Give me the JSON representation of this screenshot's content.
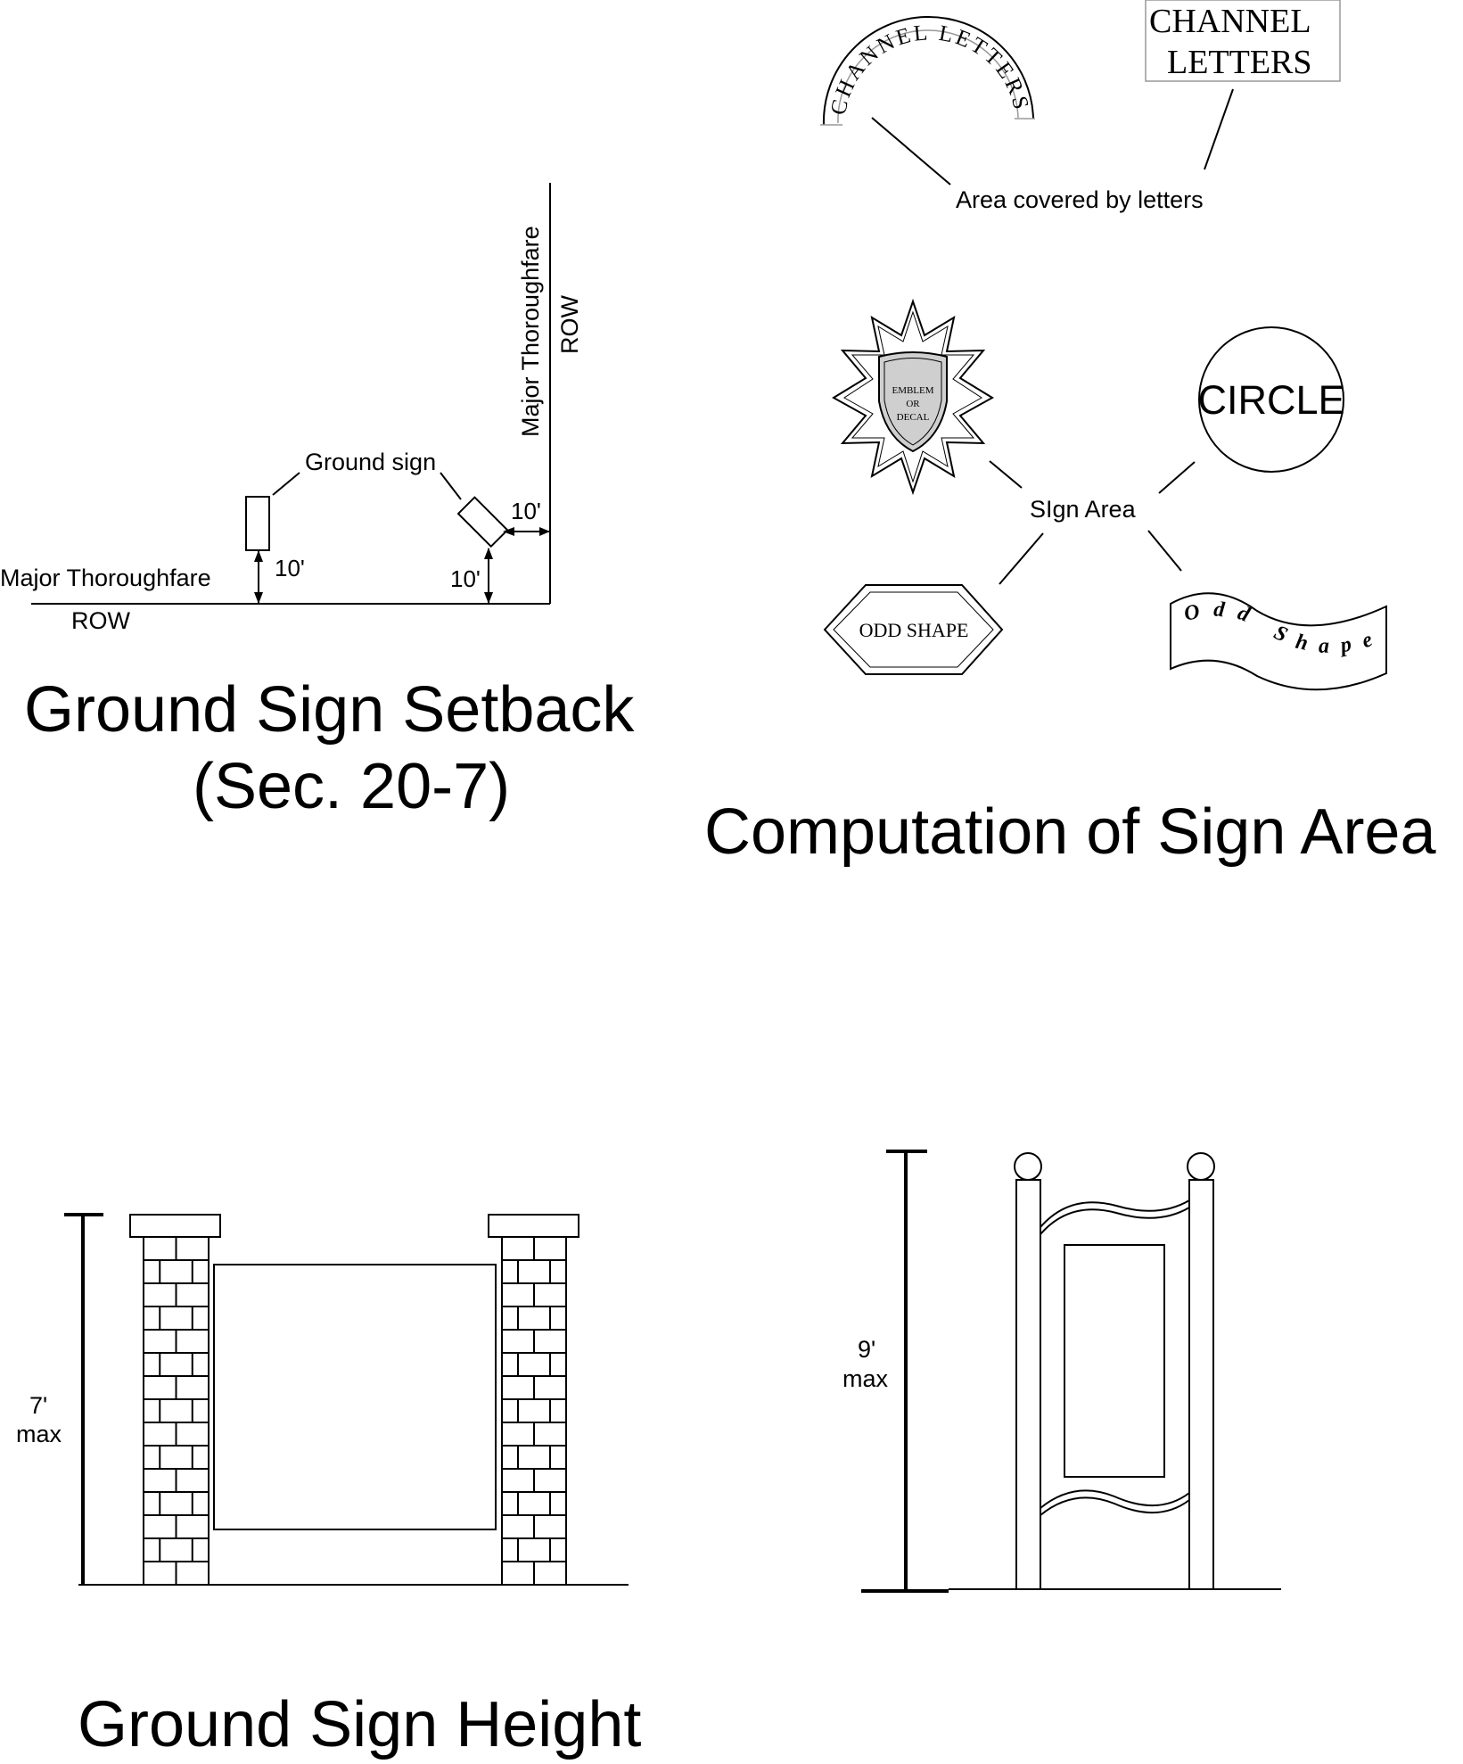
{
  "setback": {
    "title_line1": "Ground Sign Setback",
    "title_line2": "(Sec. 20-7)",
    "road_h_label": "Major Thoroughfare",
    "road_h_row": "ROW",
    "road_v_label": "Major Thoroughfare",
    "road_v_row": "ROW",
    "sign_label": "Ground sign",
    "dim_left": "10'",
    "dim_corner_bottom": "10'",
    "dim_corner_side": "10'"
  },
  "area": {
    "title": "Computation of Sign Area",
    "channel_arc_text": "CHANNEL LETTERS",
    "channel_box_line1": "CHANNEL",
    "channel_box_line2": "LETTERS",
    "letters_label": "Area covered by letters",
    "emblem_line1": "EMBLEM",
    "emblem_line2": "OR",
    "emblem_line3": "DECAL",
    "circle_text": "CIRCLE",
    "sign_area_label": "SIgn Area",
    "odd_shape_text": "ODD SHAPE",
    "odd_shape_wave_text": "Odd Shape"
  },
  "height": {
    "title": "Ground Sign Height",
    "left_dim_value": "7'",
    "left_dim_unit": "max",
    "right_dim_value": "9'",
    "right_dim_unit": "max"
  }
}
